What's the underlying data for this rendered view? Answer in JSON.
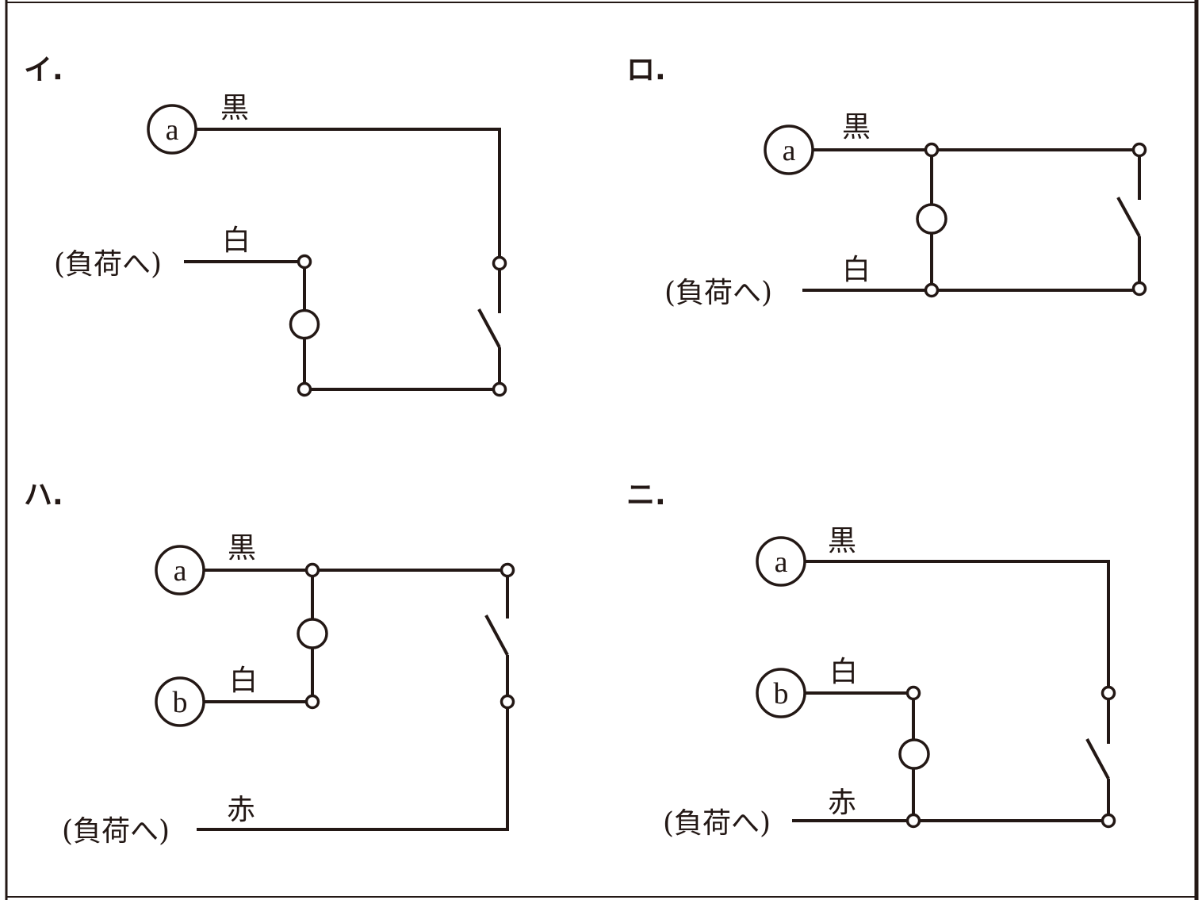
{
  "options": [
    {
      "label": "イ.",
      "source": "a",
      "wire_black": "黒",
      "wire_white": "白",
      "to_load": "(負荷へ)"
    },
    {
      "label": "ロ.",
      "source": "a",
      "wire_black": "黒",
      "wire_white": "白",
      "to_load": "(負荷へ)"
    },
    {
      "label": "ハ.",
      "source_a": "a",
      "source_b": "b",
      "wire_black": "黒",
      "wire_white": "白",
      "wire_red": "赤",
      "to_load": "(負荷へ)"
    },
    {
      "label": "ニ.",
      "source_a": "a",
      "source_b": "b",
      "wire_black": "黒",
      "wire_white": "白",
      "wire_red": "赤",
      "to_load": "(負荷へ)"
    }
  ]
}
